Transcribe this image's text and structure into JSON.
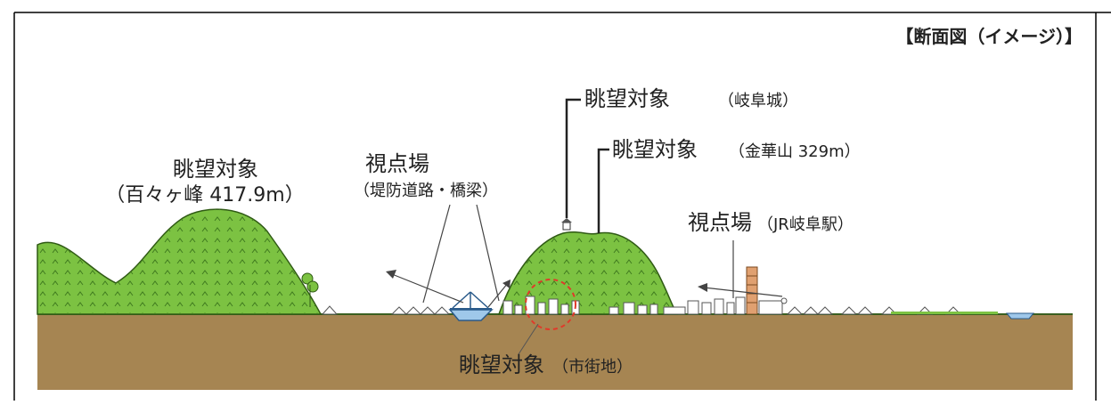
{
  "header": {
    "title": "【断面図（イメージ）】"
  },
  "labels": {
    "target_hyakkagamine": {
      "main": "眺望対象",
      "sub": "（百々ヶ峰 417.9m）"
    },
    "viewpoint_levee": {
      "main": "視点場",
      "sub": "（堤防道路・橋梁）"
    },
    "target_gifu_castle": {
      "main": "眺望対象",
      "sub": "（岐阜城）"
    },
    "target_kinkazan": {
      "main": "眺望対象",
      "sub": "（金華山 329m）"
    },
    "viewpoint_station": {
      "main": "視点場",
      "sub": "（JR岐阜駅）"
    },
    "target_city": {
      "main": "眺望対象",
      "sub": "（市街地）"
    }
  },
  "colors": {
    "hill": "#7cc242",
    "ground": "#a68552",
    "water": "#9fc8ea",
    "building": "#ffffff",
    "tower": "#e0a070",
    "circle": "#e03a2a",
    "frame": "#000000"
  }
}
